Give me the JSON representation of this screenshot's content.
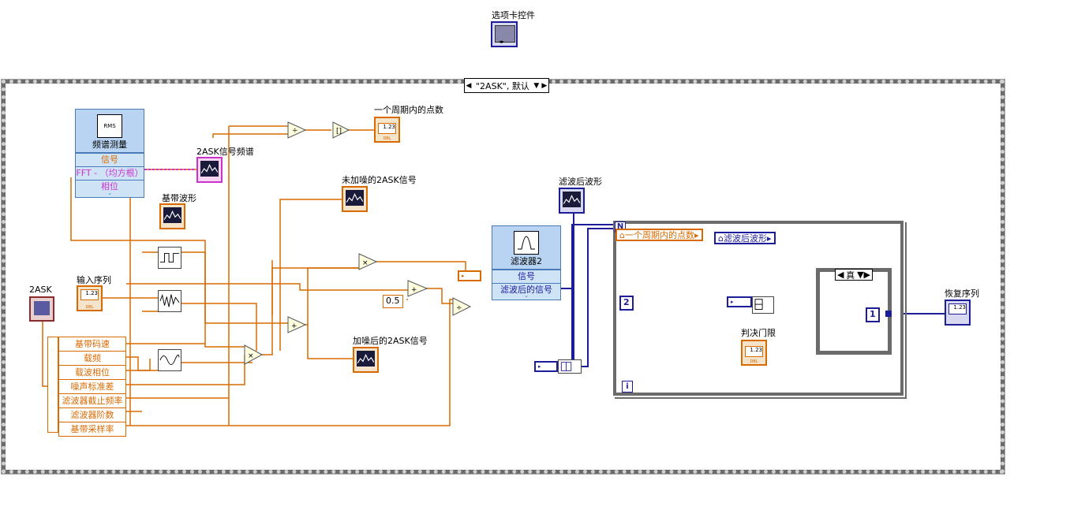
{
  "top_control": {
    "label": "选项卡控件"
  },
  "case_structure": {
    "selector_text": "\"2ASK\", 默认"
  },
  "control_2ask": {
    "label": "2ASK"
  },
  "input_sequence": {
    "label": "输入序列"
  },
  "spectrum": {
    "title": "频谱测量",
    "rows": [
      "信号",
      "FFT - （均方根）",
      "相位"
    ],
    "icon_text": "RMS"
  },
  "indicators": {
    "points_per_period": "一个周期内的点数",
    "spectrum_indicator": "2ASK信号频谱",
    "baseband_waveform": "基带波形",
    "clean_signal": "未加噪的2ASK信号",
    "noisy_signal": "加噪后的2ASK信号",
    "filtered_waveform": "滤波后波形",
    "threshold": "判决门限",
    "recovered_sequence": "恢复序列"
  },
  "cluster_items": [
    "基带码速",
    "载频",
    "载波相位",
    "噪声标准差",
    "滤波器截止频率",
    "滤波器阶数",
    "基带采样率"
  ],
  "filter": {
    "title": "滤波器2",
    "rows": [
      "信号",
      "滤波后的信号"
    ]
  },
  "constants": {
    "half": "0.5",
    "two": "2",
    "one": "1",
    "num_label": "1.23",
    "dbl": "DBL"
  },
  "for_loop": {
    "n_label": "N",
    "i_label": "i",
    "local_points": "一个周期内的点数",
    "local_filtered": "滤波后波形"
  },
  "inner_case": {
    "selector_text": "真"
  },
  "colors": {
    "orange_wire": "#d86a00",
    "pink_wire": "#cc33cc",
    "blue_wire": "#1d1d9a",
    "frame": "#6b6b6b"
  }
}
